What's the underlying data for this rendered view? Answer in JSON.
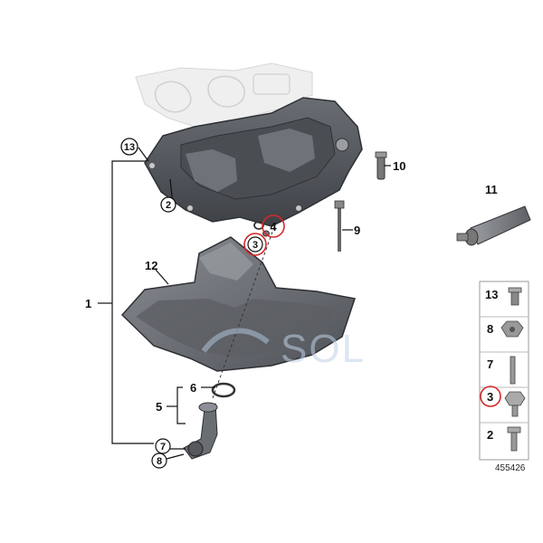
{
  "labels": {
    "l1": "1",
    "l2": "2",
    "l3": "3",
    "l4": "4",
    "l5": "5",
    "l6": "6",
    "l7": "7",
    "l8": "8",
    "l9": "9",
    "l10": "10",
    "l11": "11",
    "l12": "12",
    "l13": "13"
  },
  "legend": {
    "items": [
      "13",
      "8",
      "7",
      "3",
      "2"
    ]
  },
  "reference_number": "455426",
  "watermark": "SOL",
  "colors": {
    "highlight_circle": "#d62828",
    "line": "#111111",
    "part_dark": "#5a5d62",
    "part_mid": "#8c9096",
    "engine_ghost": "#e6e6e6"
  }
}
